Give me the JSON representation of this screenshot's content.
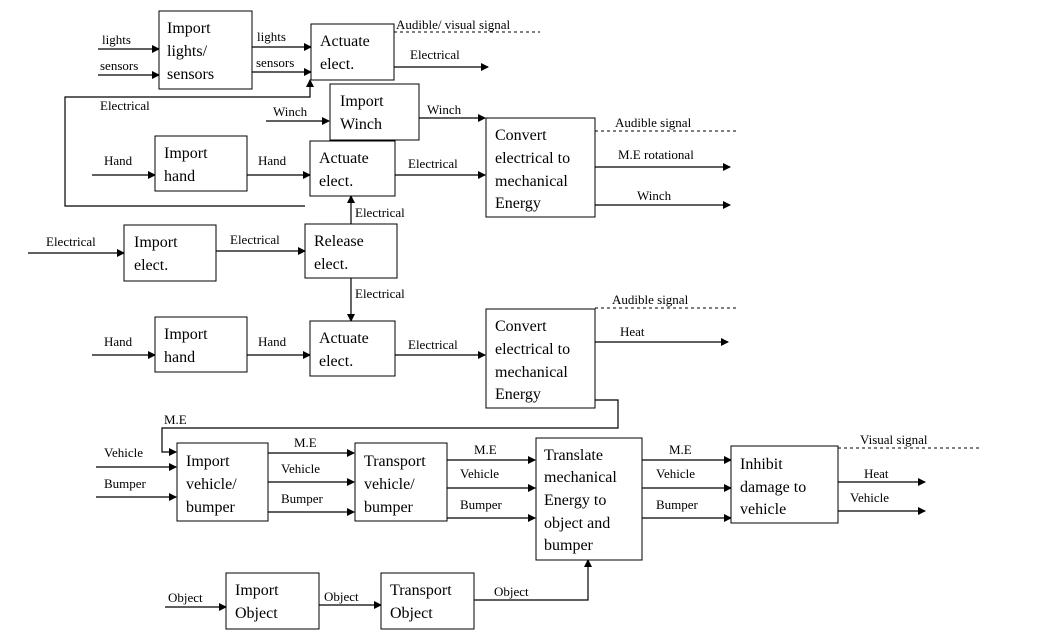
{
  "blocks": {
    "import_lights_sensors": [
      "Import",
      "lights/",
      "sensors"
    ],
    "actuate_elect_top": [
      "Actuate",
      "elect."
    ],
    "import_winch": [
      "Import",
      "Winch"
    ],
    "import_hand_1": [
      "Import",
      "hand"
    ],
    "actuate_elect_mid": [
      "Actuate",
      "elect."
    ],
    "convert_1": [
      "Convert",
      "electrical to",
      "mechanical",
      "Energy"
    ],
    "import_elect": [
      "Import",
      "elect."
    ],
    "release_elect": [
      "Release",
      "elect."
    ],
    "import_hand_2": [
      "Import",
      "hand"
    ],
    "actuate_elect_low": [
      "Actuate",
      "elect."
    ],
    "convert_2": [
      "Convert",
      "electrical to",
      "mechanical",
      "Energy"
    ],
    "import_vehicle_bumper": [
      "Import",
      "vehicle/",
      "bumper"
    ],
    "transport_vehicle_bumper": [
      "Transport",
      "vehicle/",
      "bumper"
    ],
    "translate_me": [
      "Translate",
      "mechanical",
      "Energy to",
      "object and",
      "bumper"
    ],
    "inhibit_damage": [
      "Inhibit",
      "damage to",
      "vehicle"
    ],
    "import_object": [
      "Import",
      "Object"
    ],
    "transport_object": [
      "Transport",
      "Object"
    ]
  },
  "flows": {
    "lights_in": "lights",
    "sensors_in": "sensors",
    "lights_mid": "lights",
    "sensors_mid": "sensors",
    "audible_visual_signal": "Audible/ visual signal",
    "electrical_out_top": "Electrical",
    "electrical_loop": "Electrical",
    "winch_in": "Winch",
    "winch_mid": "Winch",
    "audible_signal_1": "Audible signal",
    "me_rotational": "M.E rotational",
    "winch_out": "Winch",
    "hand_in_1": "Hand",
    "hand_mid_1": "Hand",
    "electrical_to_convert_1": "Electrical",
    "electrical_release_up": "Electrical",
    "electrical_in": "Electrical",
    "electrical_import_release": "Electrical",
    "electrical_release_down": "Electrical",
    "hand_in_2": "Hand",
    "hand_mid_2": "Hand",
    "electrical_to_convert_2": "Electrical",
    "audible_signal_2": "Audible signal",
    "heat_1": "Heat",
    "me_loop": "M.E",
    "vehicle_in": "Vehicle",
    "bumper_in": "Bumper",
    "me_2": "M.E",
    "vehicle_2": "Vehicle",
    "bumper_2": "Bumper",
    "me_3": "M.E",
    "vehicle_3": "Vehicle",
    "bumper_3": "Bumper",
    "me_4": "M.E",
    "vehicle_4": "Vehicle",
    "bumper_4": "Bumper",
    "visual_signal": "Visual signal",
    "heat_out": "Heat",
    "vehicle_out": "Vehicle",
    "object_in": "Object",
    "object_mid": "Object",
    "object_out": "Object"
  }
}
